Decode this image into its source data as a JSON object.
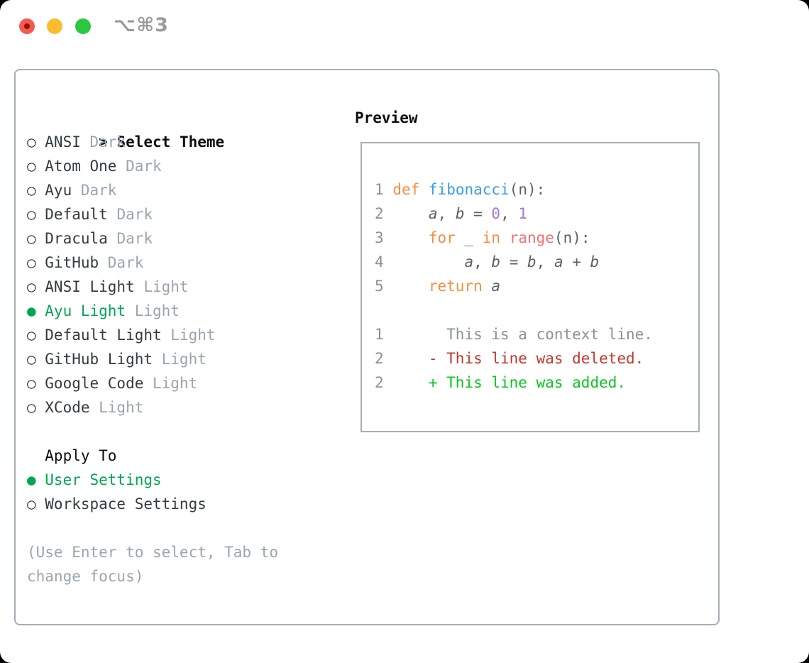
{
  "window": {
    "shortcut": "⌥⌘3"
  },
  "theme_panel": {
    "title_prefix": ">",
    "title": "Select Theme",
    "items": [
      {
        "name": "ANSI",
        "variant": "Dark",
        "selected": false
      },
      {
        "name": "Atom One",
        "variant": "Dark",
        "selected": false
      },
      {
        "name": "Ayu",
        "variant": "Dark",
        "selected": false
      },
      {
        "name": "Default",
        "variant": "Dark",
        "selected": false
      },
      {
        "name": "Dracula",
        "variant": "Dark",
        "selected": false
      },
      {
        "name": "GitHub",
        "variant": "Dark",
        "selected": false
      },
      {
        "name": "ANSI Light",
        "variant": "Light",
        "selected": false
      },
      {
        "name": "Ayu Light",
        "variant": "Light",
        "selected": true
      },
      {
        "name": "Default Light",
        "variant": "Light",
        "selected": false
      },
      {
        "name": "GitHub Light",
        "variant": "Light",
        "selected": false
      },
      {
        "name": "Google Code",
        "variant": "Light",
        "selected": false
      },
      {
        "name": "XCode",
        "variant": "Light",
        "selected": false
      }
    ],
    "apply_to": {
      "title": "Apply To",
      "options": [
        {
          "label": "User Settings",
          "selected": true
        },
        {
          "label": "Workspace Settings",
          "selected": false
        }
      ]
    },
    "hint_lines": [
      "(Use Enter to select, Tab to",
      "change focus)"
    ]
  },
  "preview": {
    "title": "Preview",
    "code_lines": [
      {
        "num": "1",
        "segs": [
          {
            "t": " "
          },
          {
            "t": "def",
            "c": "kw"
          },
          {
            "t": " "
          },
          {
            "t": "fibonacci",
            "c": "fn"
          },
          {
            "t": "(n):"
          }
        ]
      },
      {
        "num": "2",
        "segs": [
          {
            "t": "     "
          },
          {
            "t": "a",
            "i": true
          },
          {
            "t": ", "
          },
          {
            "t": "b",
            "i": true
          },
          {
            "t": " = "
          },
          {
            "t": "0",
            "c": "num"
          },
          {
            "t": ", "
          },
          {
            "t": "1",
            "c": "num"
          }
        ]
      },
      {
        "num": "3",
        "segs": [
          {
            "t": "     "
          },
          {
            "t": "for",
            "c": "kw"
          },
          {
            "t": " _ "
          },
          {
            "t": "in",
            "c": "kw"
          },
          {
            "t": " "
          },
          {
            "t": "range",
            "c": "call"
          },
          {
            "t": "(n):"
          }
        ]
      },
      {
        "num": "4",
        "segs": [
          {
            "t": "         "
          },
          {
            "t": "a",
            "i": true
          },
          {
            "t": ", "
          },
          {
            "t": "b",
            "i": true
          },
          {
            "t": " = "
          },
          {
            "t": "b",
            "i": true
          },
          {
            "t": ", "
          },
          {
            "t": "a",
            "i": true
          },
          {
            "t": " + "
          },
          {
            "t": "b",
            "i": true
          }
        ]
      },
      {
        "num": "5",
        "segs": [
          {
            "t": "     "
          },
          {
            "t": "return",
            "c": "kw"
          },
          {
            "t": " "
          },
          {
            "t": "a",
            "i": true
          }
        ]
      },
      {
        "num": "",
        "segs": []
      },
      {
        "num": "1",
        "segs": [
          {
            "t": "       This is a context line.",
            "c": "ctx"
          }
        ]
      },
      {
        "num": "2",
        "segs": [
          {
            "t": "     "
          },
          {
            "t": "- This line was deleted.",
            "c": "del"
          }
        ]
      },
      {
        "num": "2",
        "segs": [
          {
            "t": "     "
          },
          {
            "t": "+ This line was added.",
            "c": "add"
          }
        ]
      }
    ]
  },
  "colors": {
    "traffic_red": "#f4584e",
    "traffic_red_dot": "#8c1206",
    "traffic_yellow": "#fcbc2f",
    "traffic_green": "#28c840",
    "titlebar_gray": "#9b9b9b",
    "border_gray": "#a6aeb9",
    "title_black": "#0b0e11",
    "text_dark": "#333a41",
    "muted_gray": "#9aa4af",
    "selection_green": "#00a651",
    "code_fg": "#5c6166",
    "code_gray": "#8a9199",
    "keyword_orange": "#fa8d3e",
    "function_blue": "#399ee6",
    "number_purple": "#a37acc",
    "call_coral": "#f07171",
    "deleted_red": "#c2382c",
    "added_green": "#0bc421"
  }
}
